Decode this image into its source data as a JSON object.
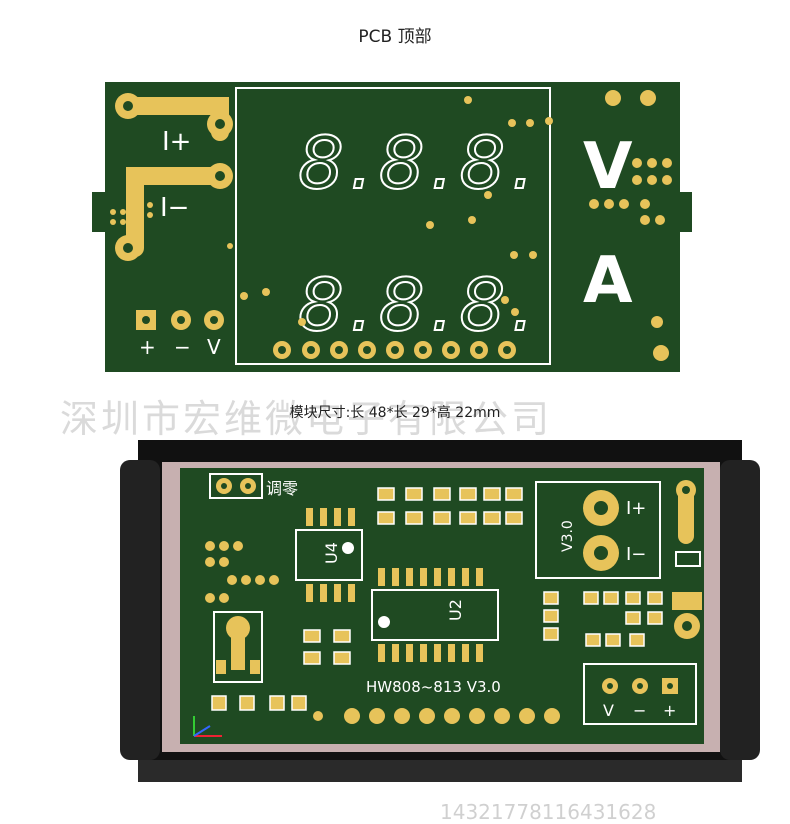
{
  "header": {
    "title": "PCB 顶部"
  },
  "top_pcb": {
    "digits_row1": "8.8.8.",
    "digits_row2": "8.8.8.",
    "label_i_plus": "I+",
    "label_i_minus": "I−",
    "label_v": "V",
    "label_a": "A",
    "pin_plus": "+",
    "pin_minus": "−",
    "pin_v": "V"
  },
  "caption": {
    "size_text": "模块尺寸:长 48*长 29*高 22mm"
  },
  "watermark": {
    "company": "深圳市宏维微电子有限公司",
    "phone": "14321778116431628"
  },
  "bottom_pcb": {
    "zero_adjust": "调零",
    "u4": "U4",
    "u2": "U2",
    "version_side": "V3.0",
    "model": "HW808~813  V3.0",
    "label_i_plus": "I+",
    "label_i_minus": "I−",
    "pin_v": "V",
    "pin_minus": "−",
    "pin_plus": "+"
  },
  "colors": {
    "board_green": "#1f4a22",
    "pad_gold": "#e7c35a",
    "silk_white": "#ffffff",
    "frame_black": "#111111"
  }
}
